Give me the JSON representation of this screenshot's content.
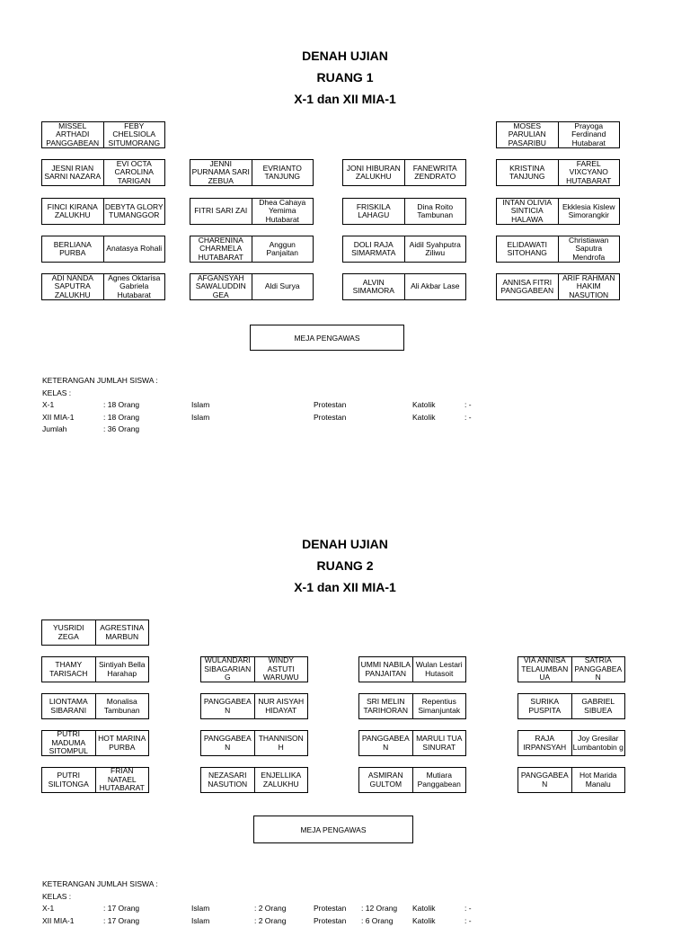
{
  "rooms": [
    {
      "heading": "DENAH UJIAN",
      "room": "RUANG 1",
      "classes": "X-1 dan XII MIA-1",
      "seats": [
        [
          "MISSEL ARTHADI PANGGABEAN",
          "FEBY CHELSIOLA SITUMORANG"
        ],
        [
          "MOSES PARULIAN PASARIBU",
          "Prayoga Ferdinand Hutabarat"
        ],
        [
          "JESNI RIAN SARNI NAZARA",
          "EVI OCTA CAROLINA TARIGAN"
        ],
        [
          "JENNI PURNAMA SARI ZEBUA",
          "EVRIANTO TANJUNG"
        ],
        [
          "JONI HIBURAN ZALUKHU",
          "FANEWRITA ZENDRATO"
        ],
        [
          "KRISTINA TANJUNG",
          "FAREL VIXCYANO HUTABARAT"
        ],
        [
          "FINCI KIRANA ZALUKHU",
          "DEBYTA GLORY TUMANGGOR"
        ],
        [
          "FITRI SARI ZAI",
          "Dhea Cahaya Yemima Hutabarat"
        ],
        [
          "FRISKILA LAHAGU",
          "Dina Roito Tambunan"
        ],
        [
          "INTAN OLIVIA SINTICIA HALAWA",
          "Ekklesia Kislew Simorangkir"
        ],
        [
          "BERLIANA PURBA",
          "Anatasya Rohali"
        ],
        [
          "CHARENINA CHARMELA HUTABARAT",
          "Anggun Panjaitan"
        ],
        [
          "DOLI RAJA SIMARMATA",
          "Aidil Syahputra Ziliwu"
        ],
        [
          "ELIDAWATI SITOHANG",
          "Christiawan Saputra Mendrofa"
        ],
        [
          "ADI NANDA SAPUTRA ZALUKHU",
          "Agnes Oktarisa Gabriela Hutabarat"
        ],
        [
          "AFGANSYAH SAWALUDDIN GEA",
          "Aldi Surya"
        ],
        [
          "ALVIN SIMAMORA",
          "Ali Akbar Lase"
        ],
        [
          "ANNISA FITRI PANGGABEAN",
          "ARIF RAHMAN HAKIM NASUTION"
        ]
      ],
      "meja": "MEJA PENGAWAS",
      "ket_title": "KETERANGAN JUMLAH SISWA :",
      "kelas_label": "KELAS :",
      "rows": [
        [
          "X-1",
          ": 18 Orang",
          "Islam",
          "",
          "Protestan",
          "",
          "Katolik",
          ": -"
        ],
        [
          "XII MIA-1",
          ": 18 Orang",
          "Islam",
          "",
          "Protestan",
          "",
          "Katolik",
          ": -"
        ],
        [
          "Jumlah",
          ": 36 Orang",
          "",
          "",
          "",
          "",
          "",
          ""
        ]
      ]
    },
    {
      "heading": "DENAH UJIAN",
      "room": "RUANG 2",
      "classes": "X-1 dan XII MIA-1",
      "seats": [
        [
          "YUSRIDI ZEGA",
          "AGRESTINA MARBUN"
        ],
        [
          "THAMY TARISACH",
          "Sintiyah Bella Harahap"
        ],
        [
          "WULANDARI SIBAGARIAN G",
          "WINDY ASTUTI WARUWU"
        ],
        [
          "UMMI NABILA PANJAITAN",
          "Wulan Lestari Hutasoit"
        ],
        [
          "VIA ANNISA TELAUMBAN UA",
          "SATRIA PANGGABEA N"
        ],
        [
          "LIONTAMA SIBARANI",
          "Monalisa Tambunan"
        ],
        [
          "PANGGABEA N",
          "NUR AISYAH HIDAYAT"
        ],
        [
          "SRI MELIN TARIHORAN",
          "Repentius Simanjuntak"
        ],
        [
          "SURIKA PUSPITA",
          "GABRIEL SIBUEA"
        ],
        [
          "PUTRI MADUMA SITOMPUL",
          "HOT MARINA PURBA"
        ],
        [
          "PANGGABEA N",
          "THANNISON H"
        ],
        [
          "PANGGABEA N",
          "MARULI TUA SINURAT"
        ],
        [
          "RAJA IRPANSYAH",
          "Joy Gresilar Lumbantobin g"
        ],
        [
          "PUTRI SILITONGA",
          "FRIAN NATAEL HUTABARAT"
        ],
        [
          "NEZASARI NASUTION",
          "ENJELLIKA ZALUKHU"
        ],
        [
          "ASMIRAN GULTOM",
          "Mutiara Panggabean"
        ],
        [
          "PANGGABEA N",
          "Hot Marida Manalu"
        ]
      ],
      "meja": "MEJA PENGAWAS",
      "ket_title": "KETERANGAN JUMLAH SISWA :",
      "kelas_label": "KELAS :",
      "rows": [
        [
          "X-1",
          ": 17 Orang",
          "Islam",
          ": 2 Orang",
          "Protestan",
          ": 12 Orang",
          "Katolik",
          ": -"
        ],
        [
          "XII MIA-1",
          ": 17 Orang",
          "Islam",
          ": 2 Orang",
          "Protestan",
          ": 6 Orang",
          "Katolik",
          ": -"
        ]
      ]
    }
  ]
}
